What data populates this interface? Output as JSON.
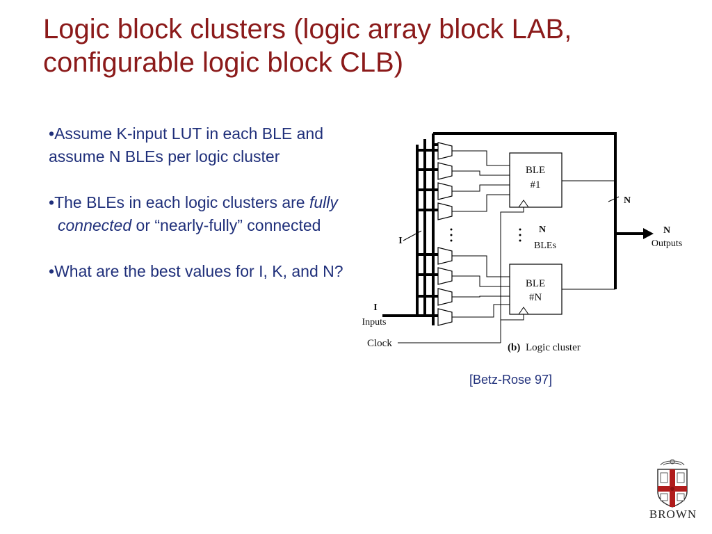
{
  "title": {
    "line1": "Logic block clusters (logic array block LAB,",
    "line2": "configurable logic block CLB)"
  },
  "bullets": [
    {
      "marker": "•",
      "text": "Assume K-input LUT  in each BLE and assume N BLEs per logic cluster"
    },
    {
      "marker": "•",
      "before": "The  BLEs in each logic clusters are ",
      "emphasis": "fully connected",
      "after": " or “nearly-fully” connected"
    },
    {
      "marker": "•",
      "text": "What are the best values for I, K, and N?"
    }
  ],
  "diagram": {
    "ble1_line1": "BLE",
    "ble1_line2": "#1",
    "bleN_line1": "BLE",
    "bleN_line2": "#N",
    "n_bles_line1": "N",
    "n_bles_line2": "BLEs",
    "feedback_label": "N",
    "outputs_label_line1": "N",
    "outputs_label_line2": "Outputs",
    "inputs_label_line1": "I",
    "inputs_label_line2": "Inputs",
    "bus_label": "I",
    "clock_label": "Clock",
    "caption_bold": "(b)",
    "caption_text": "Logic cluster"
  },
  "citation": "[Betz-Rose 97]",
  "logo": {
    "word": "BROWN"
  },
  "colors": {
    "title": "#8b1a1a",
    "body_text": "#1f2f7a",
    "shield_red": "#b01c1c"
  }
}
